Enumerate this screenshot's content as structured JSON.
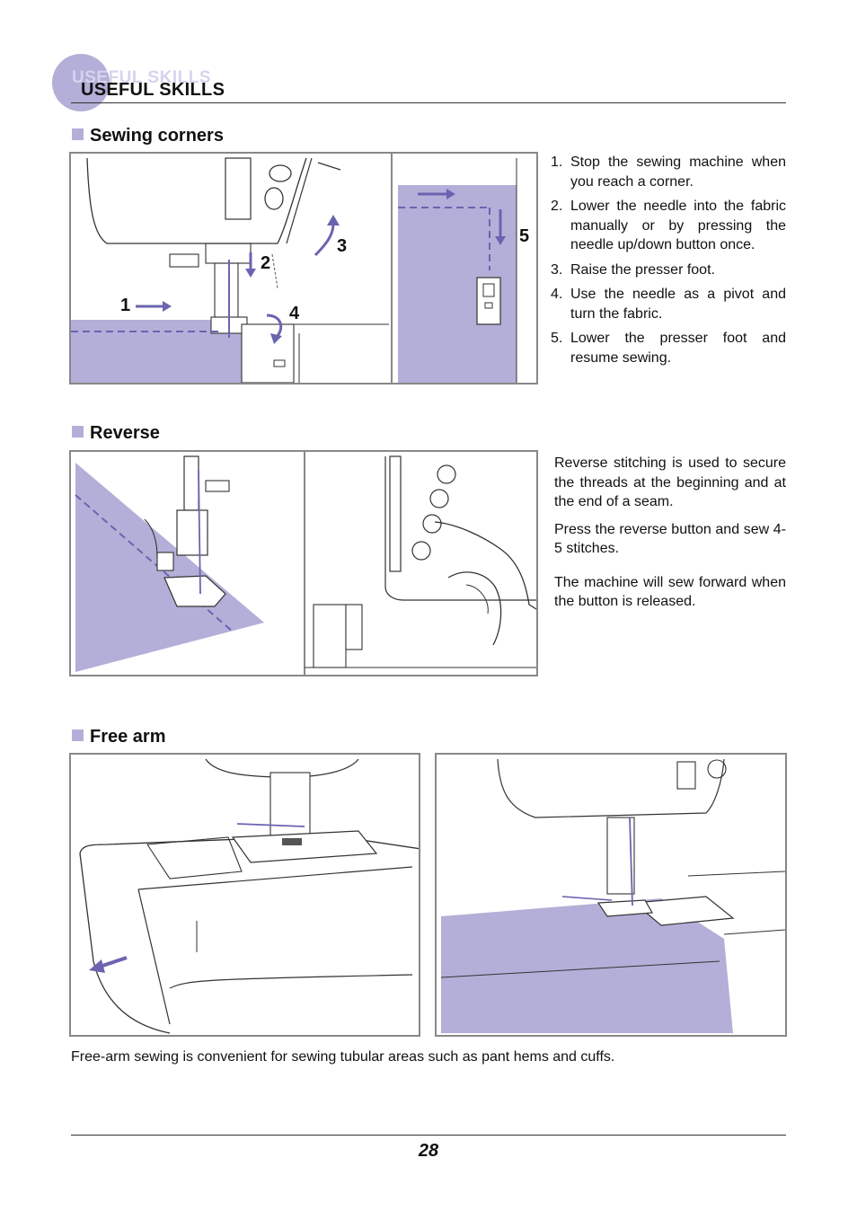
{
  "header": {
    "ghost_title": "USEFUL SKILLS",
    "title": "USEFUL SKILLS"
  },
  "sections": {
    "sewing_corners": {
      "heading": "Sewing corners",
      "callouts": [
        "1",
        "2",
        "3",
        "4",
        "5"
      ],
      "steps": [
        {
          "num": "1.",
          "text": "Stop the sewing machine when you reach a corner."
        },
        {
          "num": "2.",
          "text": "Lower the needle into the fabric manually or by pressing the needle up/down button once."
        },
        {
          "num": "3.",
          "text": "Raise the presser foot."
        },
        {
          "num": "4.",
          "text": "Use the needle as a pivot and turn the fabric."
        },
        {
          "num": "5.",
          "text": "Lower the presser foot and resume sewing."
        }
      ]
    },
    "reverse": {
      "heading": "Reverse",
      "paragraphs": [
        "Reverse stitching is used to secure the threads at the beginning and at the end of a seam.",
        "Press the reverse button and sew 4-5 stitches.",
        "The machine will sew forward when the button is released."
      ]
    },
    "free_arm": {
      "heading": "Free arm",
      "caption": "Free-arm sewing is convenient for sewing tubular areas such as pant hems and cuffs."
    }
  },
  "colors": {
    "accent": "#b3afd8",
    "arrow": "#6a64b0",
    "frame": "#888888"
  },
  "page_number": "28"
}
